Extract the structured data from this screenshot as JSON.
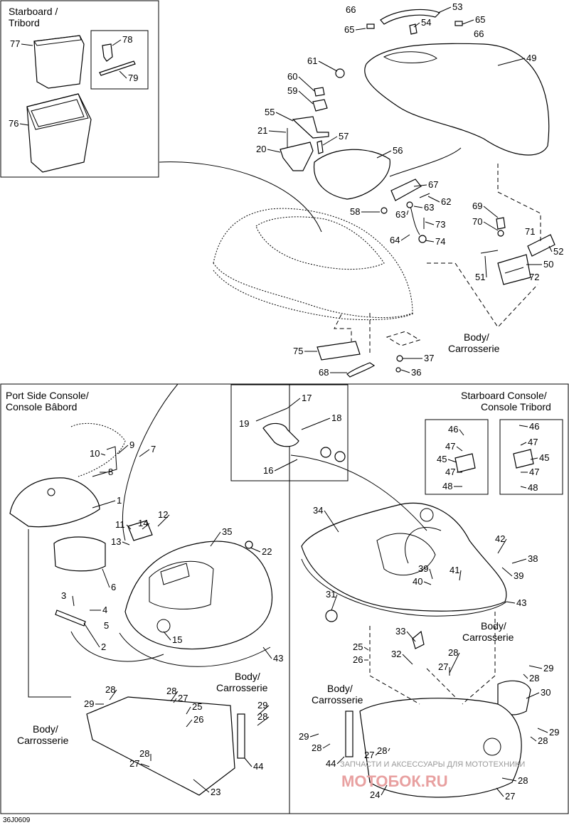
{
  "diagram_code": "36J0609",
  "section_labels": {
    "starboard": [
      "Starboard /",
      "Tribord"
    ],
    "port_console": [
      "Port Side Console/",
      "Console Bâbord"
    ],
    "starboard_console": [
      "Starboard Console/",
      "Console Tribord"
    ],
    "body_mid": [
      "Body/",
      "Carrosserie"
    ],
    "body_left": [
      "Body/",
      "Carrosserie"
    ],
    "body_port": [
      "Body/",
      "Carrosserie"
    ],
    "body_sb_top": [
      "Body/",
      "Carrosserie"
    ],
    "body_sb_left": [
      "Body/",
      "Carrosserie"
    ]
  },
  "callouts": [
    {
      "id": "c77",
      "text": "77"
    },
    {
      "id": "c76",
      "text": "76"
    },
    {
      "id": "c78",
      "text": "78"
    },
    {
      "id": "c79",
      "text": "79"
    },
    {
      "id": "c66a",
      "text": "66"
    },
    {
      "id": "c65a",
      "text": "65"
    },
    {
      "id": "c53",
      "text": "53"
    },
    {
      "id": "c54",
      "text": "54"
    },
    {
      "id": "c65b",
      "text": "65"
    },
    {
      "id": "c66b",
      "text": "66"
    },
    {
      "id": "c49",
      "text": "49"
    },
    {
      "id": "c61",
      "text": "61"
    },
    {
      "id": "c60",
      "text": "60"
    },
    {
      "id": "c59",
      "text": "59"
    },
    {
      "id": "c55",
      "text": "55"
    },
    {
      "id": "c21",
      "text": "21"
    },
    {
      "id": "c57",
      "text": "57"
    },
    {
      "id": "c20",
      "text": "20"
    },
    {
      "id": "c56",
      "text": "56"
    },
    {
      "id": "c67",
      "text": "67"
    },
    {
      "id": "c62",
      "text": "62"
    },
    {
      "id": "c63a",
      "text": "63"
    },
    {
      "id": "c58",
      "text": "58"
    },
    {
      "id": "c63b",
      "text": "63"
    },
    {
      "id": "c73",
      "text": "73"
    },
    {
      "id": "c64",
      "text": "64"
    },
    {
      "id": "c74",
      "text": "74"
    },
    {
      "id": "c69",
      "text": "69"
    },
    {
      "id": "c70",
      "text": "70"
    },
    {
      "id": "c71",
      "text": "71"
    },
    {
      "id": "c52",
      "text": "52"
    },
    {
      "id": "c51",
      "text": "51"
    },
    {
      "id": "c50",
      "text": "50"
    },
    {
      "id": "c72",
      "text": "72"
    },
    {
      "id": "c75",
      "text": "75"
    },
    {
      "id": "c37",
      "text": "37"
    },
    {
      "id": "c36",
      "text": "36"
    },
    {
      "id": "c68",
      "text": "68"
    },
    {
      "id": "c17",
      "text": "17"
    },
    {
      "id": "c19",
      "text": "19"
    },
    {
      "id": "c18",
      "text": "18"
    },
    {
      "id": "c16",
      "text": "16"
    },
    {
      "id": "c9",
      "text": "9"
    },
    {
      "id": "c7",
      "text": "7"
    },
    {
      "id": "c10",
      "text": "10"
    },
    {
      "id": "c8",
      "text": "8"
    },
    {
      "id": "c1",
      "text": "1"
    },
    {
      "id": "c11",
      "text": "11"
    },
    {
      "id": "c14",
      "text": "14"
    },
    {
      "id": "c12",
      "text": "12"
    },
    {
      "id": "c13",
      "text": "13"
    },
    {
      "id": "c35",
      "text": "35"
    },
    {
      "id": "c22",
      "text": "22"
    },
    {
      "id": "c6",
      "text": "6"
    },
    {
      "id": "c3",
      "text": "3"
    },
    {
      "id": "c4",
      "text": "4"
    },
    {
      "id": "c5",
      "text": "5"
    },
    {
      "id": "c2",
      "text": "2"
    },
    {
      "id": "c15",
      "text": "15"
    },
    {
      "id": "c43a",
      "text": "43"
    },
    {
      "id": "c28a",
      "text": "28"
    },
    {
      "id": "c29a",
      "text": "29"
    },
    {
      "id": "c28b",
      "text": "28"
    },
    {
      "id": "c27a",
      "text": "27"
    },
    {
      "id": "c25a",
      "text": "25"
    },
    {
      "id": "c26a",
      "text": "26"
    },
    {
      "id": "c29b",
      "text": "29"
    },
    {
      "id": "c28c",
      "text": "28"
    },
    {
      "id": "c28d",
      "text": "28"
    },
    {
      "id": "c27b",
      "text": "27"
    },
    {
      "id": "c44a",
      "text": "44"
    },
    {
      "id": "c23",
      "text": "23"
    },
    {
      "id": "c46a",
      "text": "46"
    },
    {
      "id": "c47a",
      "text": "47"
    },
    {
      "id": "c45a",
      "text": "45"
    },
    {
      "id": "c47b",
      "text": "47"
    },
    {
      "id": "c48a",
      "text": "48"
    },
    {
      "id": "c46b",
      "text": "46"
    },
    {
      "id": "c47c",
      "text": "47"
    },
    {
      "id": "c45b",
      "text": "45"
    },
    {
      "id": "c47d",
      "text": "47"
    },
    {
      "id": "c48b",
      "text": "48"
    },
    {
      "id": "c34",
      "text": "34"
    },
    {
      "id": "c42",
      "text": "42"
    },
    {
      "id": "c38",
      "text": "38"
    },
    {
      "id": "c39a",
      "text": "39"
    },
    {
      "id": "c39b",
      "text": "39"
    },
    {
      "id": "c40",
      "text": "40"
    },
    {
      "id": "c41",
      "text": "41"
    },
    {
      "id": "c43b",
      "text": "43"
    },
    {
      "id": "c31",
      "text": "31"
    },
    {
      "id": "c33",
      "text": "33"
    },
    {
      "id": "c25b",
      "text": "25"
    },
    {
      "id": "c26b",
      "text": "26"
    },
    {
      "id": "c32",
      "text": "32"
    },
    {
      "id": "c28e",
      "text": "28"
    },
    {
      "id": "c27c",
      "text": "27"
    },
    {
      "id": "c29c",
      "text": "29"
    },
    {
      "id": "c28f",
      "text": "28"
    },
    {
      "id": "c30",
      "text": "30"
    },
    {
      "id": "c29d",
      "text": "29"
    },
    {
      "id": "c28g",
      "text": "28"
    },
    {
      "id": "c29e",
      "text": "29"
    },
    {
      "id": "c28h",
      "text": "28"
    },
    {
      "id": "c27d",
      "text": "27"
    },
    {
      "id": "c28i",
      "text": "28"
    },
    {
      "id": "c44b",
      "text": "44"
    },
    {
      "id": "c24",
      "text": "24"
    },
    {
      "id": "c28j",
      "text": "28"
    },
    {
      "id": "c27e",
      "text": "27"
    }
  ],
  "watermark": {
    "line1": "ЗАПЧАСТИ И АКСЕССУАРЫ ДЛЯ МОТОТЕХНИКИ",
    "brand": "МОТОБОК.RU"
  }
}
